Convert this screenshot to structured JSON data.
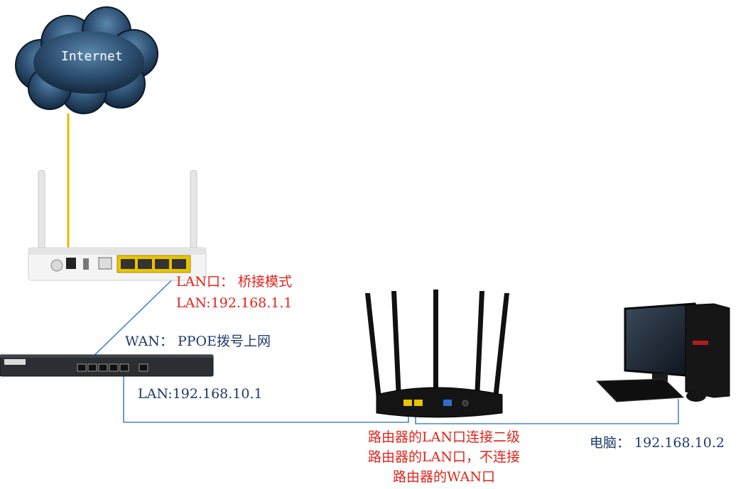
{
  "cloud": {
    "label": "Internet"
  },
  "modem": {
    "lan_mode": "LAN口： 桥接模式",
    "lan_ip": "LAN:192.168.1.1"
  },
  "router1": {
    "wan": "WAN： PPOE拨号上网",
    "lan_ip": "LAN:192.168.10.1"
  },
  "router2": {
    "note_lines": [
      "路由器的LAN口连接二级",
      "路由器的LAN口，不连接",
      "路由器的WAN口"
    ]
  },
  "pc": {
    "label": "电脑： 192.168.10.2"
  },
  "colors": {
    "note": "#e0241b",
    "label": "#1f3a6b",
    "fiber": "#e8b800",
    "cable": "#4a86c6"
  }
}
